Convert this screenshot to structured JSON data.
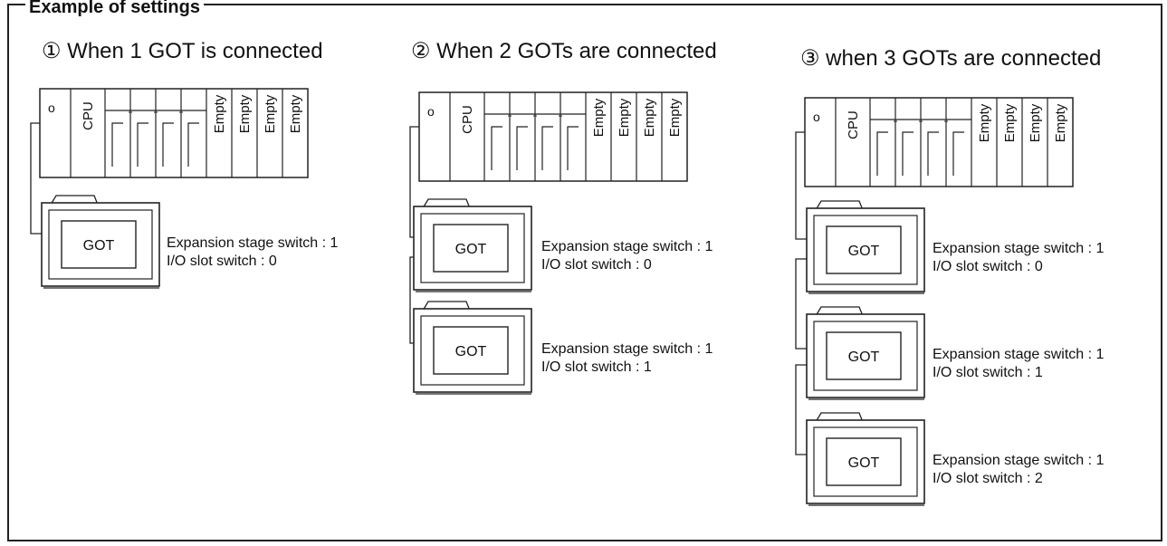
{
  "frame": {
    "title": "Example of settings"
  },
  "scenarios": [
    {
      "heading": "① When 1 GOT is connected",
      "plc": {
        "power_mark": "o",
        "cpu_label": "CPU",
        "empty_label": "Empty"
      },
      "gots": [
        {
          "label": "GOT",
          "expansion": "Expansion stage switch : 1",
          "io_slot": "I/O slot switch : 0"
        }
      ]
    },
    {
      "heading": "② When 2 GOTs are connected",
      "plc": {
        "power_mark": "o",
        "cpu_label": "CPU",
        "empty_label": "Empty"
      },
      "gots": [
        {
          "label": "GOT",
          "expansion": "Expansion stage switch : 1",
          "io_slot": "I/O slot switch : 0"
        },
        {
          "label": "GOT",
          "expansion": "Expansion stage switch : 1",
          "io_slot": "I/O slot switch : 1"
        }
      ]
    },
    {
      "heading": "③ when 3 GOTs are connected",
      "plc": {
        "power_mark": "o",
        "cpu_label": "CPU",
        "empty_label": "Empty"
      },
      "gots": [
        {
          "label": "GOT",
          "expansion": "Expansion stage switch : 1",
          "io_slot": "I/O slot switch : 0"
        },
        {
          "label": "GOT",
          "expansion": "Expansion stage switch : 1",
          "io_slot": "I/O slot switch : 1"
        },
        {
          "label": "GOT",
          "expansion": "Expansion stage switch : 1",
          "io_slot": "I/O slot switch : 2"
        }
      ]
    }
  ]
}
